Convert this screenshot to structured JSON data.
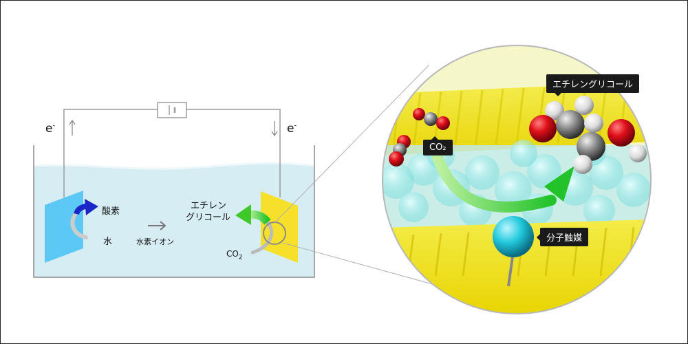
{
  "cell": {
    "electron_left": "e",
    "electron_right": "e",
    "electron_sup": "-",
    "oxygen": "酸素",
    "water": "水",
    "hydrogen_ion": "水素イオン",
    "ethylene_glycol_line1": "エチレン",
    "ethylene_glycol_line2": "グリコール",
    "co2_main": "CO",
    "co2_sub": "2"
  },
  "zoom": {
    "ethylene_glycol_label": "エチレングリコール",
    "co2_label": "CO₂",
    "catalyst_label": "分子触媒"
  },
  "colors": {
    "water": "#d6eef3",
    "anode": "#5bc8f5",
    "cathode": "#f7e02a",
    "oxygen_arrow": "#2233cc",
    "product_arrow": "#44cc22",
    "catalyst": "#22c8dc",
    "oxygen_atom": "#e0101a",
    "carbon_atom": "#8a8a8a"
  }
}
